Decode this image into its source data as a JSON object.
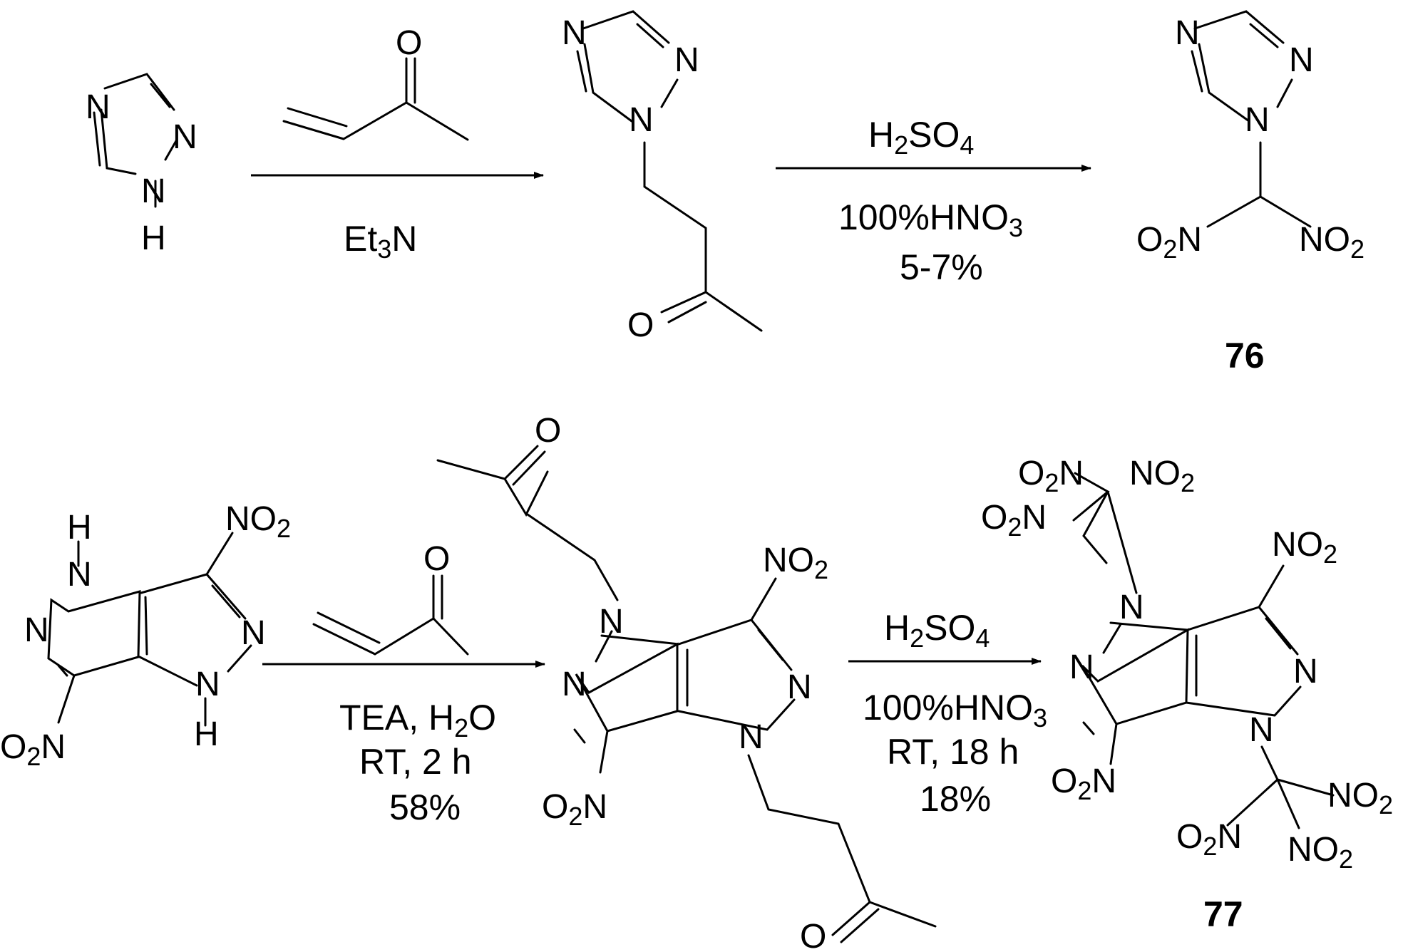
{
  "atoms": {
    "N": "N",
    "H": "H",
    "O": "O",
    "NO2_N": "NO",
    "NO2_sub": "2",
    "O2N_O": "O",
    "O2N_sub": "2",
    "O2N_N": "N"
  },
  "row1": {
    "reagent1": {
      "et": "Et",
      "sub3": "3",
      "n": "N"
    },
    "reagent2": {
      "h2so4_h": "H",
      "sub2": "2",
      "so": "SO",
      "sub4": "4",
      "hno3": "100%HNO",
      "sub3": "3",
      "yield": "5-7%"
    },
    "compound_label": "76"
  },
  "row2": {
    "reagent1": {
      "tea": "TEA, H",
      "sub2": "2",
      "o": "O",
      "time": "RT, 2 h",
      "yield": "58%"
    },
    "reagent2": {
      "h2so4_h": "H",
      "sub2": "2",
      "so": "SO",
      "sub4": "4",
      "hno3": "100%HNO",
      "sub3": "3",
      "time": "RT, 18 h",
      "yield": "18%"
    },
    "compound_label": "77"
  }
}
